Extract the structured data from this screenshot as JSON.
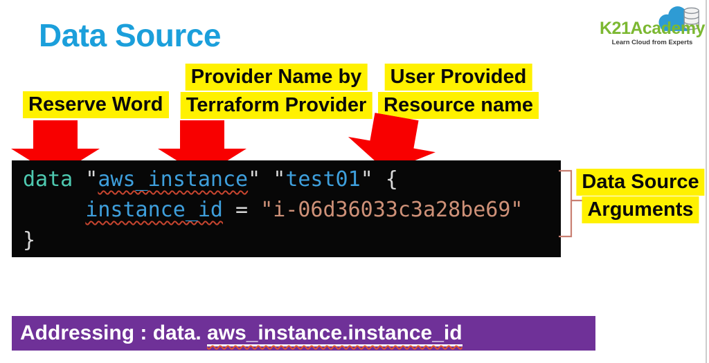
{
  "title": "Data Source",
  "logo": {
    "brand": "K21Academy",
    "tagline": "Learn Cloud from Experts"
  },
  "annotations": {
    "reserve_word": "Reserve Word",
    "provider_line1": "Provider Name by",
    "provider_line2": "Terraform Provider",
    "user_line1": "User Provided",
    "user_line2": "Resource name",
    "arguments_line1": "Data Source",
    "arguments_line2": "Arguments"
  },
  "code": {
    "lines": [
      [
        {
          "text": "data",
          "type": "keyword"
        },
        {
          "text": " \"",
          "type": "plain"
        },
        {
          "text": "aws_instance",
          "type": "identifier",
          "squiggle": true
        },
        {
          "text": "\" \"",
          "type": "plain"
        },
        {
          "text": "test01",
          "type": "identifier"
        },
        {
          "text": "\" {",
          "type": "plain"
        }
      ],
      [
        {
          "text": "     ",
          "type": "plain"
        },
        {
          "text": "instance_id",
          "type": "identifier",
          "squiggle": true
        },
        {
          "text": " = ",
          "type": "plain"
        },
        {
          "text": "\"i-06d36033c3a28be69\"",
          "type": "string"
        }
      ],
      [
        {
          "text": "}",
          "type": "plain"
        }
      ]
    ]
  },
  "banner": {
    "prefix": "Addressing : data. ",
    "address": "aws_instance.instance_id"
  },
  "icons": {
    "red_arrow": "red-down-arrow",
    "cloud": "blue-cloud-with-database",
    "bracket": "curly-brace-pointer"
  },
  "colors": {
    "title_blue": "#1B9FDB",
    "highlight_yellow": "#FFF100",
    "arrow_red": "#F80000",
    "banner_purple": "#6F3198",
    "code_background": "#070707",
    "code_keyword": "#4EC9B0",
    "code_identifier": "#3E9FDC",
    "code_string": "#CE9178",
    "code_plain": "#D8D8D8",
    "squiggle_red": "#C8452F",
    "brand_green": "#7CB832",
    "cloud_blue": "#2E9BD4",
    "bracket_pink": "#C97F72"
  }
}
